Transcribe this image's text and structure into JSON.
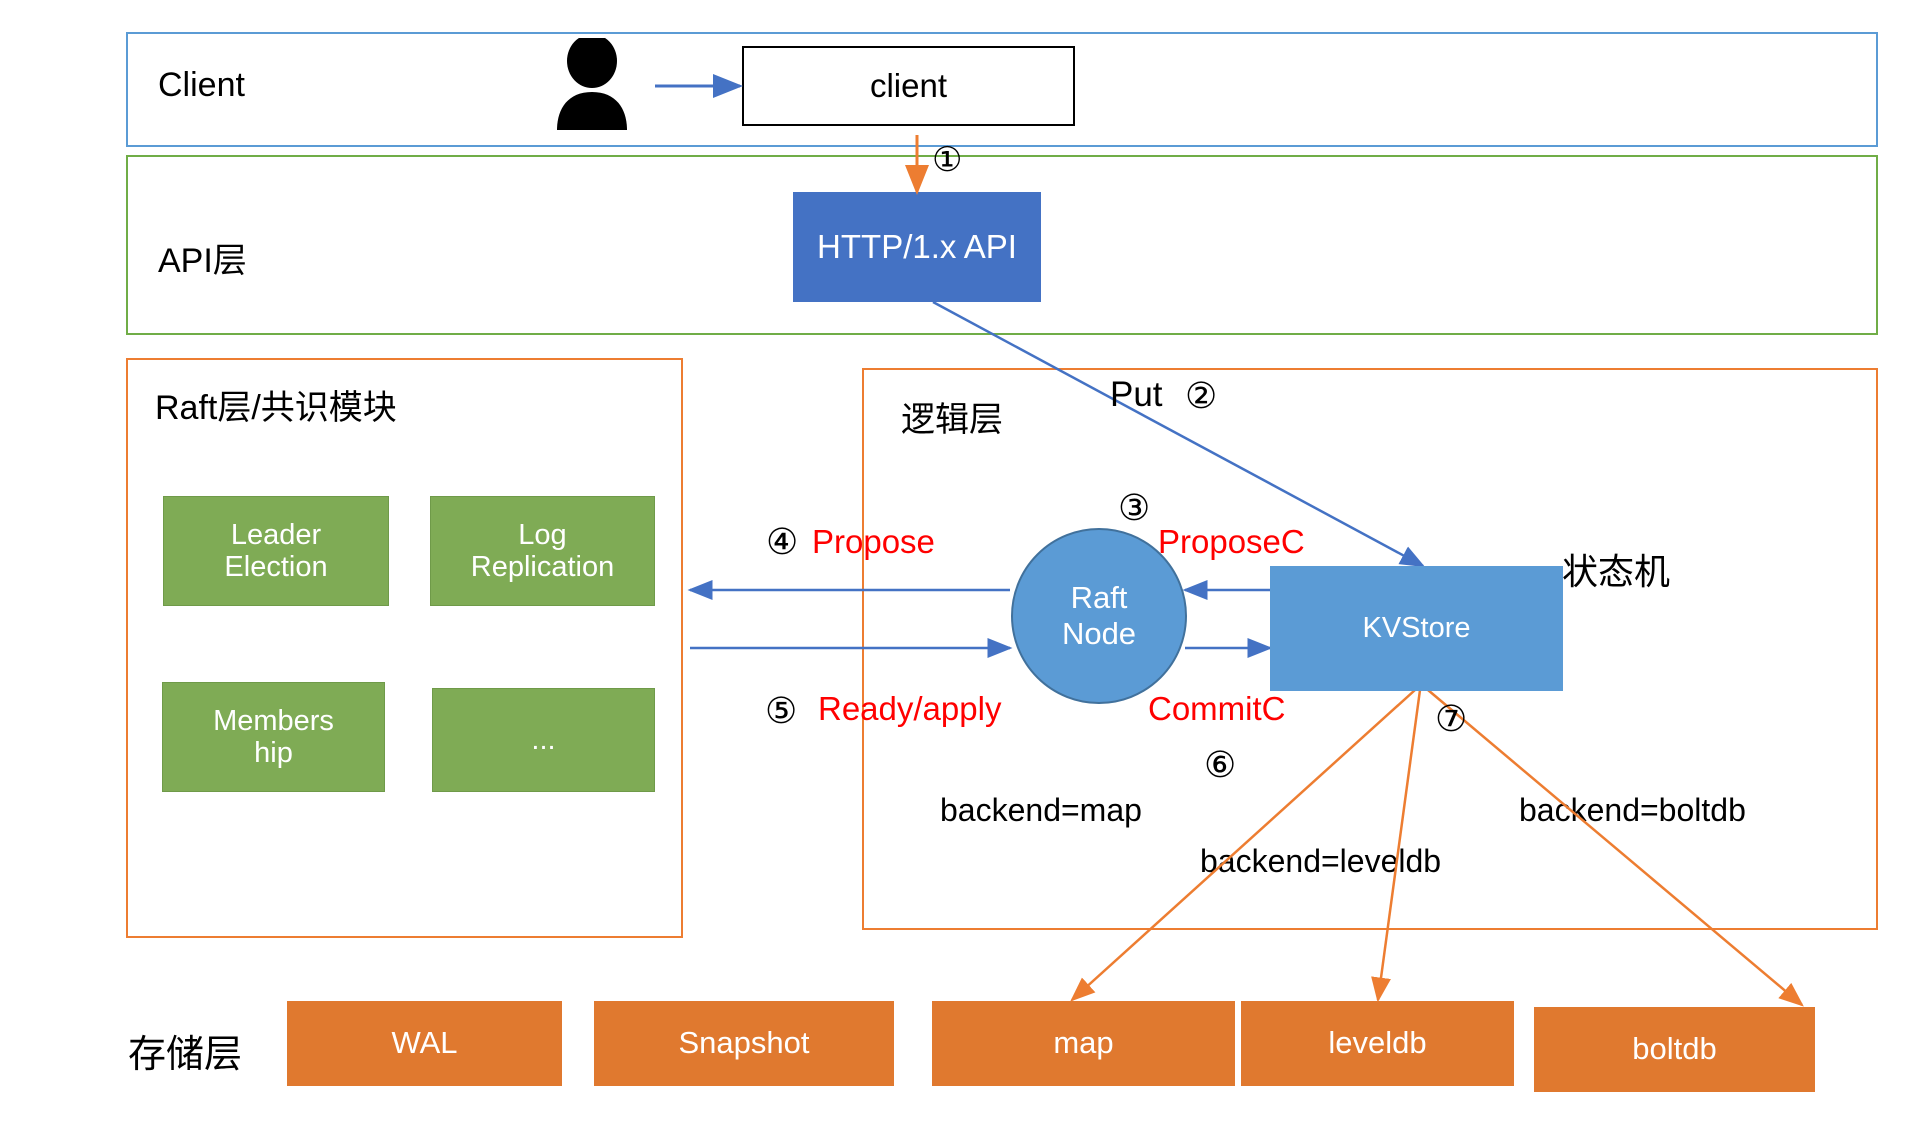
{
  "layers": {
    "client": {
      "title": "Client"
    },
    "api": {
      "title": "API层"
    },
    "raft": {
      "title": "Raft层/共识模块"
    },
    "logic": {
      "title": "逻辑层"
    },
    "storage": {
      "title": "存储层"
    }
  },
  "nodes": {
    "client_box": "client",
    "http_api": "HTTP/1.x API",
    "raft_node": "Raft\nNode",
    "kvstore": "KVStore",
    "state_machine": "状态机"
  },
  "raft_modules": [
    {
      "label": "Leader\nElection"
    },
    {
      "label": "Log\nReplication"
    },
    {
      "label": "Members\nhip"
    },
    {
      "label": "..."
    }
  ],
  "storage_boxes": [
    {
      "label": "WAL"
    },
    {
      "label": "Snapshot"
    },
    {
      "label": "map"
    },
    {
      "label": "leveldb"
    },
    {
      "label": "boltdb"
    }
  ],
  "steps": {
    "s1": "①",
    "s2": "②",
    "s3": "③",
    "s4": "④",
    "s5": "⑤",
    "s6": "⑥",
    "s7": "⑦"
  },
  "edge_labels": {
    "put": "Put",
    "propose": "Propose",
    "proposec": "ProposeC",
    "ready_apply": "Ready/apply",
    "commitc": "CommitC",
    "backend_map": "backend=map",
    "backend_leveldb": "backend=leveldb",
    "backend_boltdb": "backend=boltdb"
  },
  "colors": {
    "client_border": "#5b9bd5",
    "api_border": "#70ad47",
    "raft_border": "#ed7d31",
    "api_fill": "#4472c4",
    "green_fill": "#7fab55",
    "kv_fill": "#5b9bd5",
    "storage_fill": "#e0792f",
    "arrow_blue": "#4472c4",
    "arrow_orange": "#ed7d31",
    "red_text": "#ff0000"
  }
}
